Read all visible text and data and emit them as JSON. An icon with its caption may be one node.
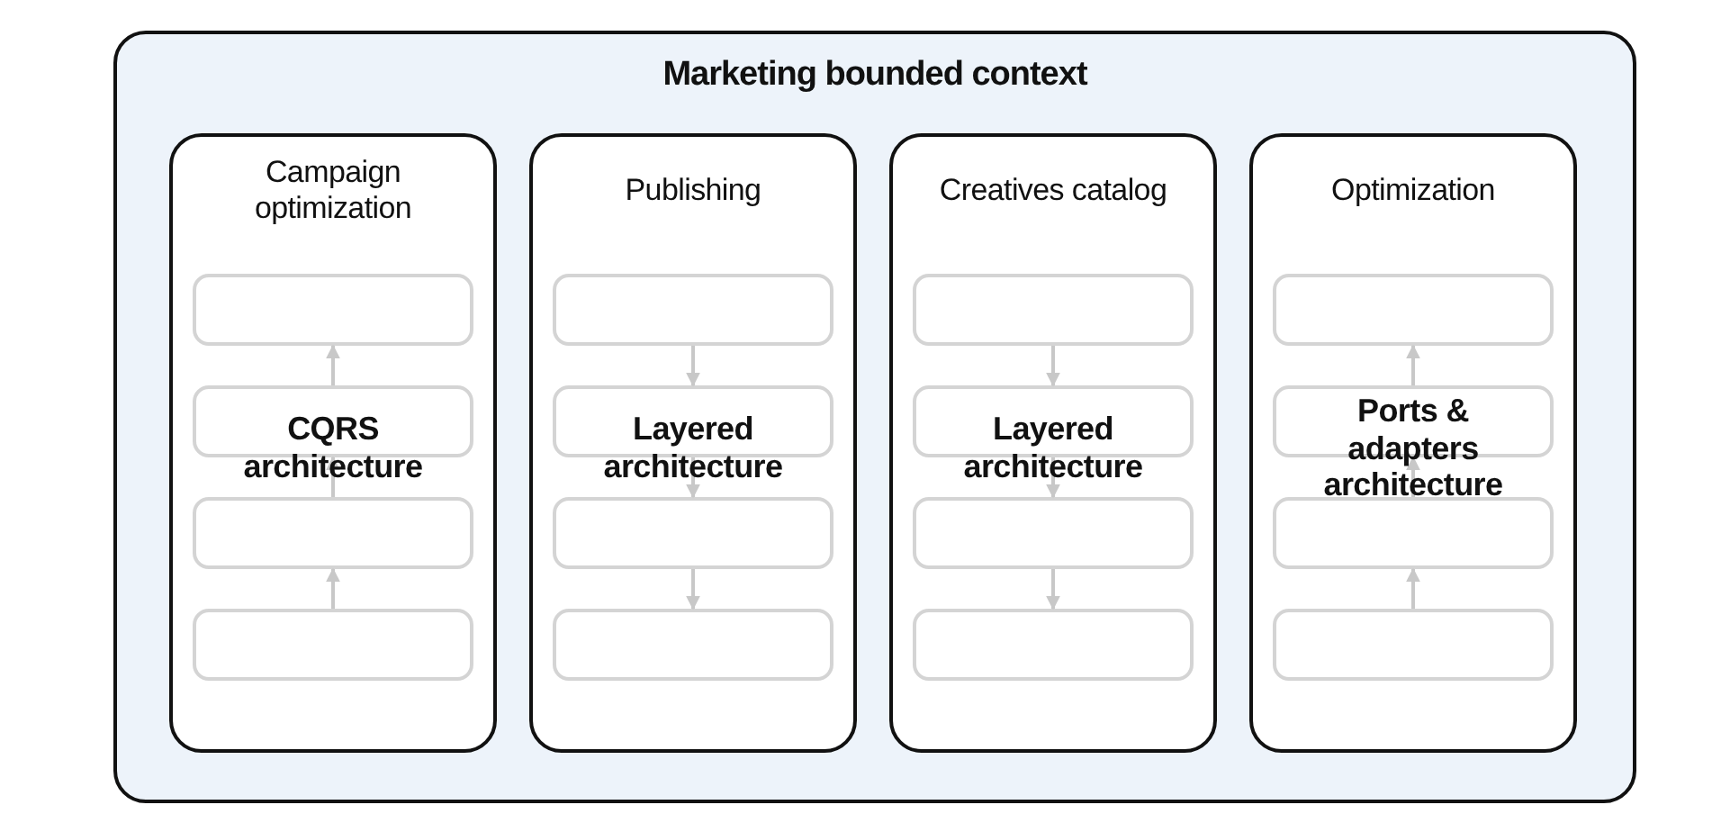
{
  "diagram": {
    "nodes": [
      {
        "text": [
          "Marketing bounded context"
        ]
      },
      {
        "text": [
          "Campaign optimization"
        ],
        "in": 0
      },
      {
        "text": [],
        "shape": "box",
        "in": 1
      },
      {
        "text": [],
        "shape": "box",
        "in": 1
      },
      {
        "text": [],
        "shape": "box",
        "in": 1
      },
      {
        "text": [],
        "shape": "box",
        "in": 1
      },
      {
        "text": [
          "CQRS architecture"
        ],
        "in": 1
      },
      {
        "text": [
          "Publishing"
        ],
        "in": 0
      },
      {
        "text": [],
        "shape": "box",
        "in": 7
      },
      {
        "text": [],
        "shape": "box",
        "in": 7
      },
      {
        "text": [],
        "shape": "box",
        "in": 7
      },
      {
        "text": [],
        "shape": "box",
        "in": 7
      },
      {
        "text": [
          "Layered architecture"
        ],
        "in": 7
      },
      {
        "text": [
          "Creatives catalog"
        ],
        "in": 0
      },
      {
        "text": [],
        "shape": "box",
        "in": 13
      },
      {
        "text": [],
        "shape": "box",
        "in": 13
      },
      {
        "text": [],
        "shape": "box",
        "in": 13
      },
      {
        "text": [],
        "shape": "box",
        "in": 13
      },
      {
        "text": [
          "Layered architecture"
        ],
        "in": 13
      },
      {
        "text": [
          "Optimization"
        ],
        "in": 0
      },
      {
        "text": [],
        "shape": "box",
        "in": 19
      },
      {
        "text": [],
        "shape": "box",
        "in": 19
      },
      {
        "text": [],
        "shape": "box",
        "in": 19
      },
      {
        "text": [],
        "shape": "box",
        "in": 19
      },
      {
        "text": [
          "Ports & adapters architecture"
        ],
        "in": 19
      }
    ],
    "edges": [
      {
        "from": 3,
        "to": 2,
        "arrow": "to"
      },
      {
        "from": 4,
        "to": 3,
        "arrow": "to"
      },
      {
        "from": 5,
        "to": 4,
        "arrow": "to"
      },
      {
        "from": 8,
        "to": 9,
        "arrow": "to"
      },
      {
        "from": 9,
        "to": 10,
        "arrow": "to"
      },
      {
        "from": 10,
        "to": 11,
        "arrow": "to"
      },
      {
        "from": 14,
        "to": 15,
        "arrow": "to"
      },
      {
        "from": 15,
        "to": 16,
        "arrow": "to"
      },
      {
        "from": 16,
        "to": 17,
        "arrow": "to"
      },
      {
        "from": 21,
        "to": 20,
        "arrow": "to"
      },
      {
        "from": 22,
        "to": 21,
        "arrow": "to"
      },
      {
        "from": 23,
        "to": 22,
        "arrow": "to"
      }
    ]
  }
}
